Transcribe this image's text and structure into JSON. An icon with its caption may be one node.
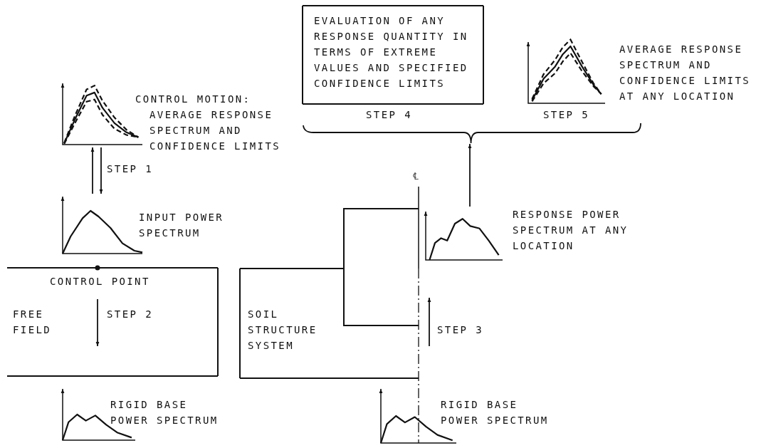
{
  "diagram": {
    "nodes": [
      {
        "text": [
          "CONTROL MOTION:",
          "AVERAGE RESPONSE SPECTRUM AND CONFIDENCE LIMITS"
        ]
      },
      {
        "text": [
          "INPUT POWER SPECTRUM"
        ]
      },
      {
        "text": [
          "CONTROL POINT",
          "FREE FIELD"
        ]
      },
      {
        "text": [
          "RIGID BASE POWER SPECTRUM"
        ]
      },
      {
        "text": [
          "EVALUATION OF ANY RESPONSE QUANTITY IN TERMS OF EXTREME VALUES AND SPECIFIED CONFIDENCE LIMITS"
        ],
        "beside": [
          "STEP 4"
        ]
      },
      {
        "text": [
          "AVERAGE RESPONSE SPECTRUM AND CONFIDENCE LIMITS AT ANY LOCATION"
        ],
        "beside": [
          "STEP 5"
        ]
      },
      {
        "text": [
          "RESPONSE POWER SPECTRUM AT ANY LOCATION"
        ]
      },
      {
        "text": [
          "SOIL STRUCTURE SYSTEM"
        ]
      },
      {
        "text": [
          "RIGID BASE POWER SPECTRUM"
        ]
      },
      {
        "text": [],
        "shape": "bracket"
      }
    ],
    "edges": [
      {
        "from": 1,
        "to": 0,
        "arrow": "to"
      },
      {
        "from": 0,
        "to": 1,
        "arrow": "to",
        "label": "STEP 1"
      },
      {
        "from": 6,
        "to": 9,
        "arrow": "to"
      }
    ],
    "labels": [
      "STEP 2",
      "℄",
      "STEP 3"
    ]
  }
}
